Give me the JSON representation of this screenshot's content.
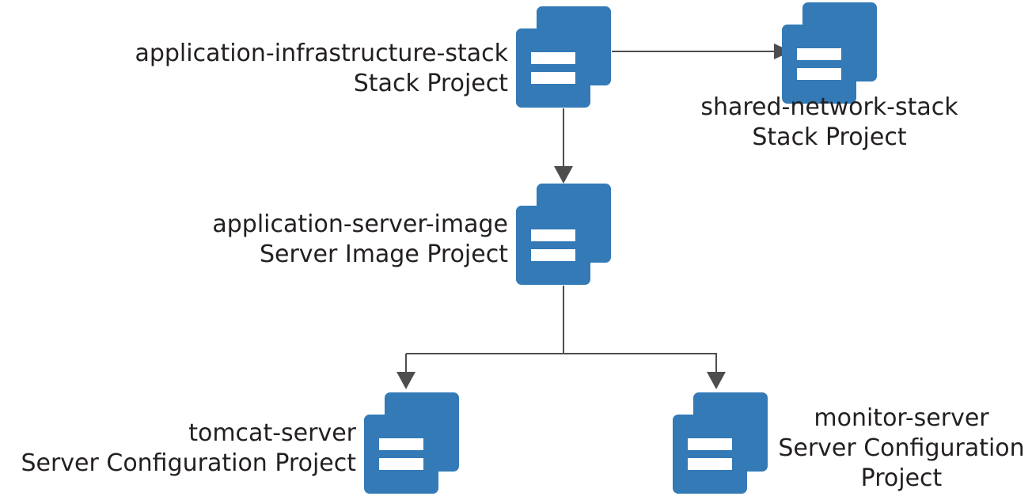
{
  "diagram": {
    "type": "project-dependency-tree",
    "background_color": "#ffffff",
    "icon_color": "#337ab7",
    "edge_color": "#4d4d4d",
    "text_color": "#231f20",
    "icon_name": "stack-project-icon",
    "nodes": [
      {
        "id": "application-infrastructure-stack",
        "name": "application-infrastructure-stack",
        "type": "Stack Project",
        "icon": "stack-project-icon"
      },
      {
        "id": "shared-network-stack",
        "name": "shared-network-stack",
        "type": "Stack Project",
        "icon": "stack-project-icon"
      },
      {
        "id": "application-server-image",
        "name": "application-server-image",
        "type": "Server Image Project",
        "icon": "stack-project-icon"
      },
      {
        "id": "tomcat-server",
        "name": "tomcat-server",
        "type": "Server Configuration Project",
        "icon": "stack-project-icon"
      },
      {
        "id": "monitor-server",
        "name": "monitor-server",
        "type_line1": "Server Configuration",
        "type_line2": "Project",
        "icon": "stack-project-icon"
      }
    ],
    "edges": [
      {
        "from": "application-infrastructure-stack",
        "to": "shared-network-stack",
        "direction": "right"
      },
      {
        "from": "application-infrastructure-stack",
        "to": "application-server-image",
        "direction": "down"
      },
      {
        "from": "application-server-image",
        "to": "tomcat-server",
        "direction": "down-left"
      },
      {
        "from": "application-server-image",
        "to": "monitor-server",
        "direction": "down-right"
      }
    ]
  }
}
